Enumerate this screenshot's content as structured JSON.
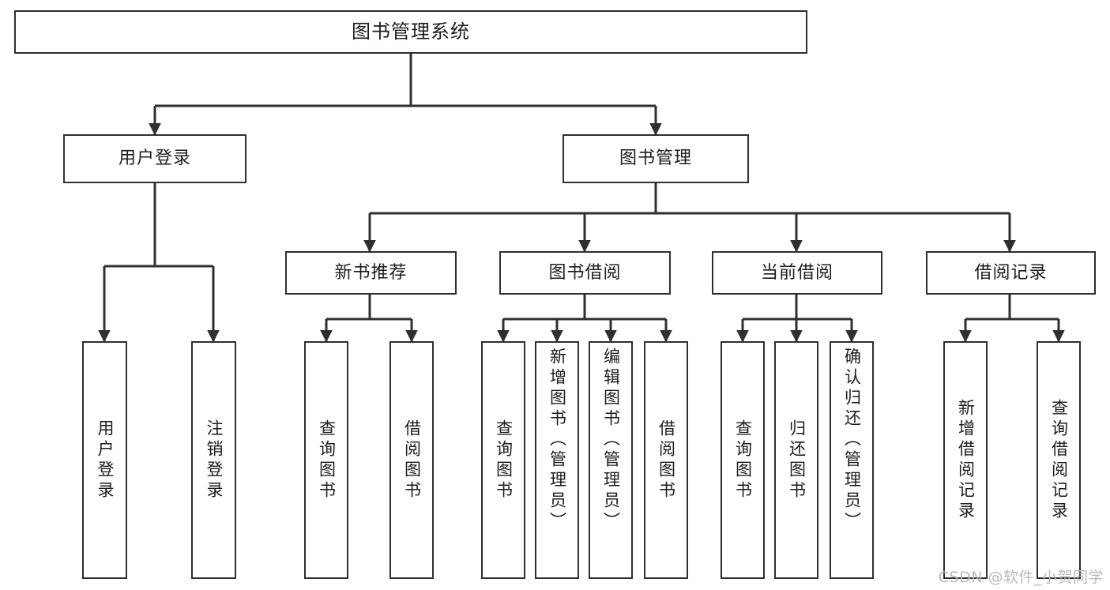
{
  "diagram": {
    "type": "tree",
    "title": "图书管理系统",
    "orientation": "top-down",
    "colors": {
      "line": "#2f2f2f",
      "box_fill": "#ffffff",
      "text": "#1c1c1c",
      "watermark": "#b9b9b9"
    },
    "root": {
      "id": "root",
      "label": "图书管理系统"
    },
    "level2": [
      {
        "id": "user-login",
        "label": "用户登录"
      },
      {
        "id": "book-manage",
        "label": "图书管理"
      }
    ],
    "level3": [
      {
        "id": "new-book-rec",
        "label": "新书推荐",
        "parent": "book-manage"
      },
      {
        "id": "book-borrow",
        "label": "图书借阅",
        "parent": "book-manage"
      },
      {
        "id": "current-borrow",
        "label": "当前借阅",
        "parent": "book-manage"
      },
      {
        "id": "borrow-record",
        "label": "借阅记录",
        "parent": "book-manage"
      }
    ],
    "leaves": [
      {
        "id": "leaf-user-login",
        "label": "用户登录",
        "parent": "user-login"
      },
      {
        "id": "leaf-user-logout",
        "label": "注销登录",
        "parent": "user-login"
      },
      {
        "id": "leaf-rec-query",
        "label": "查询图书",
        "parent": "new-book-rec"
      },
      {
        "id": "leaf-rec-borrow",
        "label": "借阅图书",
        "parent": "new-book-rec"
      },
      {
        "id": "leaf-borrow-query",
        "label": "查询图书",
        "parent": "book-borrow"
      },
      {
        "id": "leaf-borrow-add",
        "label": "新增图书（管理员）",
        "parent": "book-borrow"
      },
      {
        "id": "leaf-borrow-edit",
        "label": "编辑图书（管理员）",
        "parent": "book-borrow"
      },
      {
        "id": "leaf-borrow-lend",
        "label": "借阅图书",
        "parent": "book-borrow"
      },
      {
        "id": "leaf-current-query",
        "label": "查询图书",
        "parent": "current-borrow"
      },
      {
        "id": "leaf-current-return",
        "label": "归还图书",
        "parent": "current-borrow"
      },
      {
        "id": "leaf-current-confirm",
        "label": "确认归还（管理员）",
        "parent": "current-borrow"
      },
      {
        "id": "leaf-record-add",
        "label": "新增借阅记录",
        "parent": "borrow-record"
      },
      {
        "id": "leaf-record-query",
        "label": "查询借阅记录",
        "parent": "borrow-record"
      }
    ]
  },
  "watermark": {
    "text": "CSDN @软件_小贺同学"
  }
}
